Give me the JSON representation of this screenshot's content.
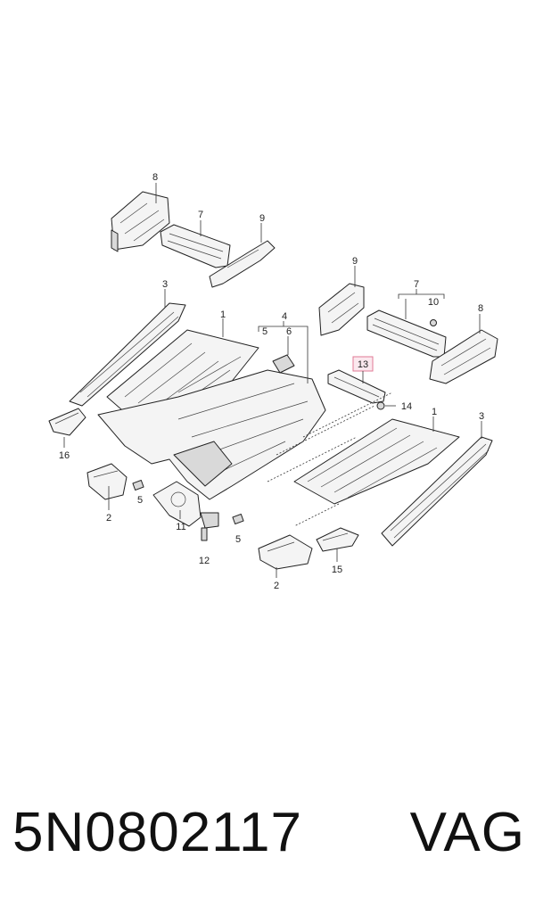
{
  "callouts": {
    "c1a": "1",
    "c1b": "1",
    "c2a": "2",
    "c2b": "2",
    "c3a": "3",
    "c3b": "3",
    "c4": "4",
    "c5a": "5",
    "c5b": "5",
    "c5c": "5",
    "c6": "6",
    "c7a": "7",
    "c7b": "7",
    "c8a": "8",
    "c8b": "8",
    "c9a": "9",
    "c9b": "9",
    "c10": "10",
    "c11": "11",
    "c12": "12",
    "c13": "13",
    "c14": "14",
    "c15": "15",
    "c16": "16"
  },
  "highlight_color": "#e07a95",
  "caption": {
    "part_number": "5N0802117",
    "brand": "VAG"
  }
}
